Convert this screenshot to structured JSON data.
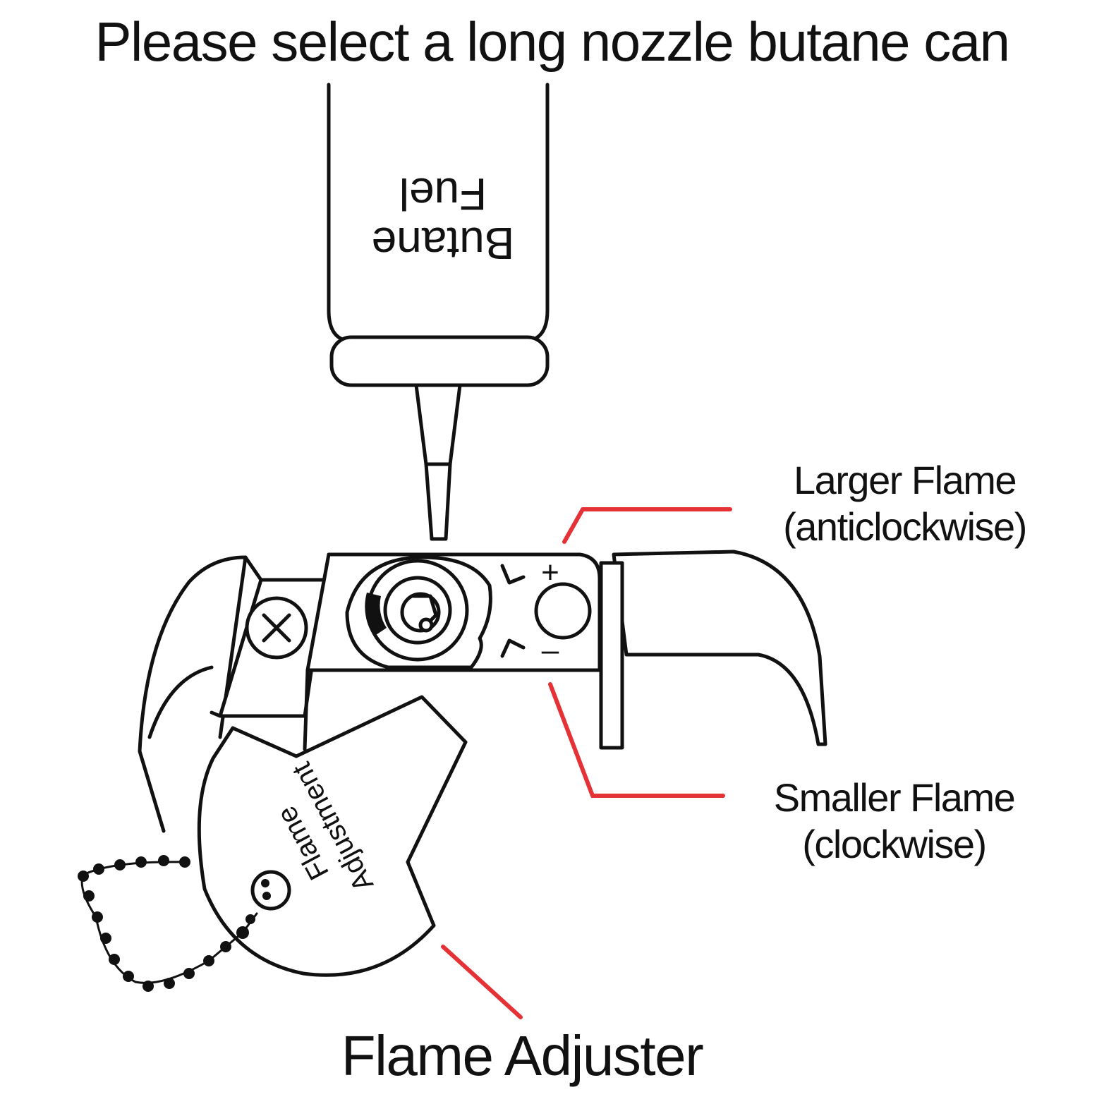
{
  "title": "Please select a long nozzle butane can",
  "can": {
    "line1": "Butane",
    "line2": "Fuel"
  },
  "adjuster_tool": {
    "line1": "Flame",
    "line2": "Adjustment"
  },
  "valve_marks": {
    "plus": "+",
    "minus": "–"
  },
  "labels": {
    "larger_flame": "Larger Flame",
    "larger_flame_dir": "(anticlockwise)",
    "smaller_flame": "Smaller Flame",
    "smaller_flame_dir": "(clockwise)",
    "flame_adjuster": "Flame Adjuster"
  },
  "colors": {
    "ink": "#111111",
    "callout": "#e53236",
    "background": "#ffffff"
  }
}
